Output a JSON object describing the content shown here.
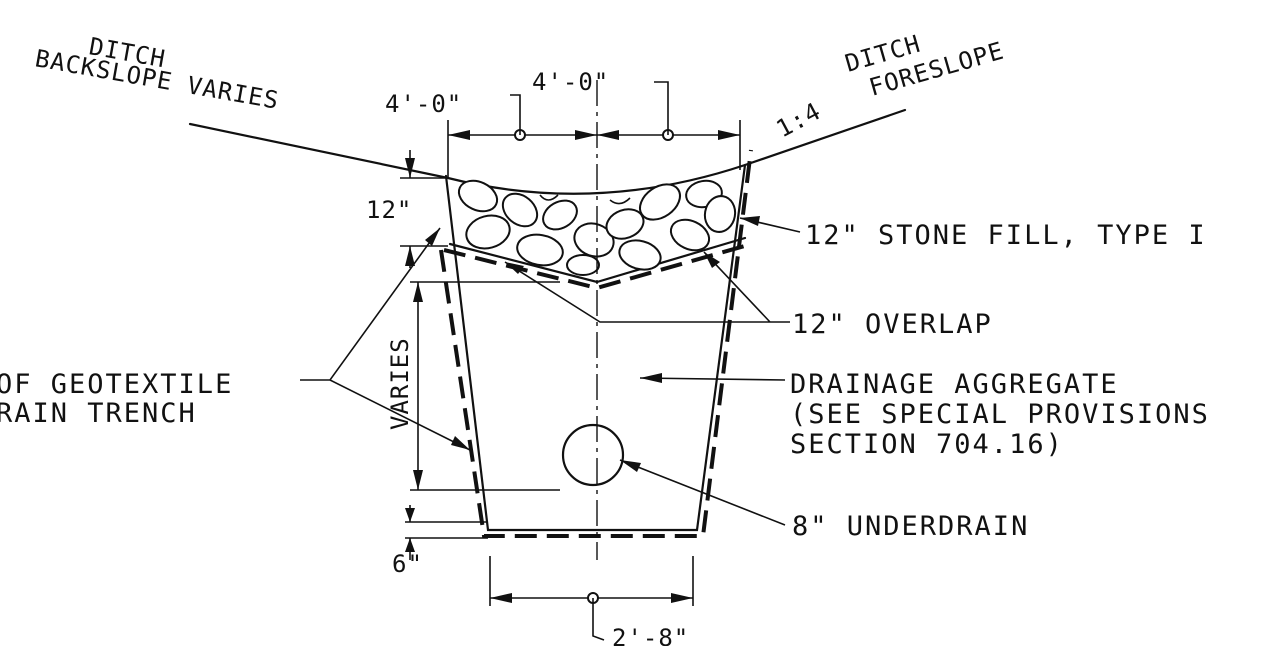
{
  "labels": {
    "ditch_back_1": "DITCH",
    "ditch_back_2": "BACKSLOPE VARIES",
    "ditch_fore_1": "DITCH",
    "ditch_fore_2": "FORESLOPE",
    "slope_ratio": "1:4",
    "dim_left": "4'-0\"",
    "dim_right": "4'-0\"",
    "dim_12": "12\"",
    "dim_varies": "VARIES",
    "dim_6": "6\"",
    "dim_bottom": "2'-8\"",
    "stone_fill": "12\" STONE FILL, TYPE I",
    "overlap": "12\" OVERLAP",
    "geotextile_1": "OF GEOTEXTILE",
    "geotextile_2": "RAIN TRENCH",
    "aggregate_1": "DRAINAGE AGGREGATE",
    "aggregate_2": "(SEE SPECIAL PROVISIONS",
    "aggregate_3": "SECTION 704.16)",
    "underdrain": "8\" UNDERDRAIN"
  }
}
